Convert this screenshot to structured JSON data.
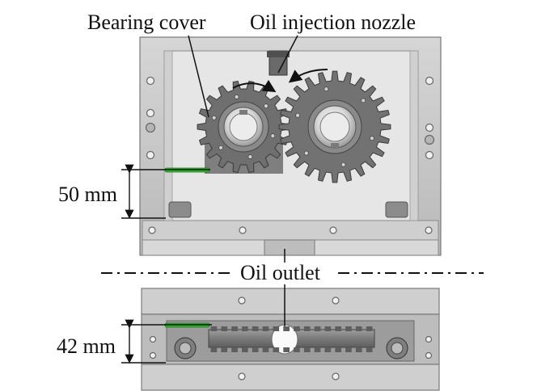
{
  "labels": {
    "bearing_cover": "Bearing cover",
    "oil_injection_nozzle": "Oil injection nozzle",
    "oil_outlet": "Oil outlet",
    "height_top": "50 mm",
    "height_bottom": "42 mm"
  },
  "colors": {
    "housing": "#c9c9c9",
    "housing_dark": "#8f8f8f",
    "gear": "#6b6b6b",
    "gear_light": "#9a9a9a",
    "oil_tube": "#2eb82e",
    "line": "#111111"
  },
  "icons": {
    "fastener": "bolt-hole-icon",
    "arrow": "flow-arrow-icon"
  }
}
